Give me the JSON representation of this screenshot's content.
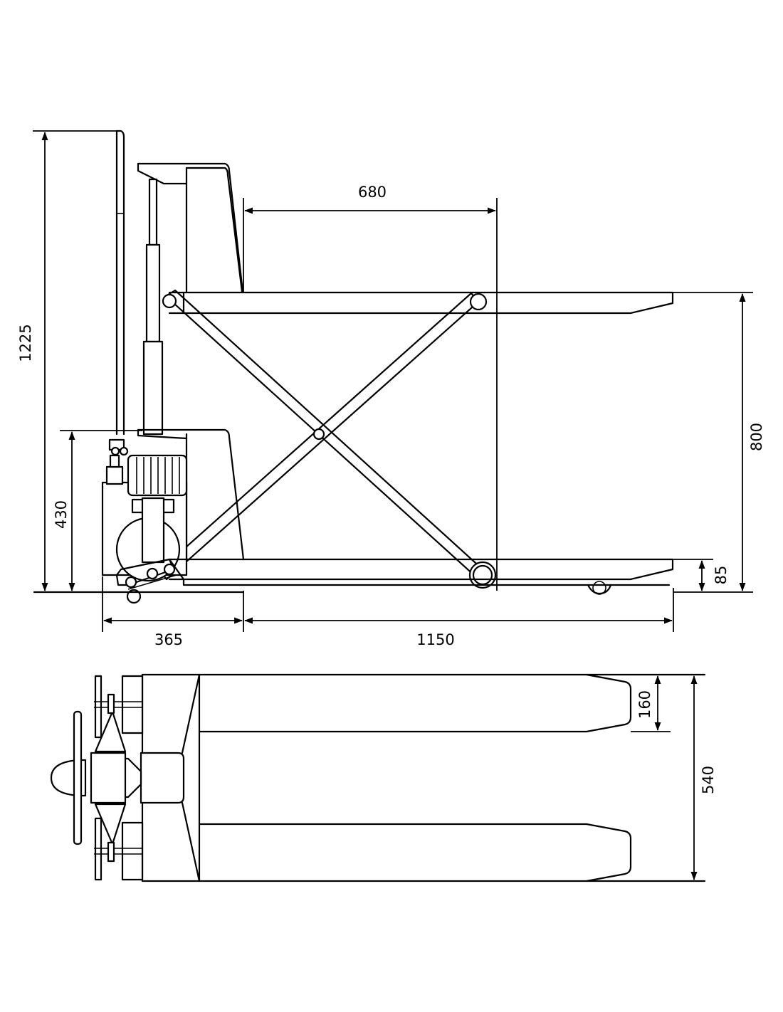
{
  "dimensions": {
    "overall_height": "1225",
    "lowered_handle_height": "430",
    "platform_length": "680",
    "raised_height": "800",
    "lowered_height": "85",
    "body_length": "365",
    "fork_length": "1150",
    "fork_width": "160",
    "overall_width": "540"
  }
}
